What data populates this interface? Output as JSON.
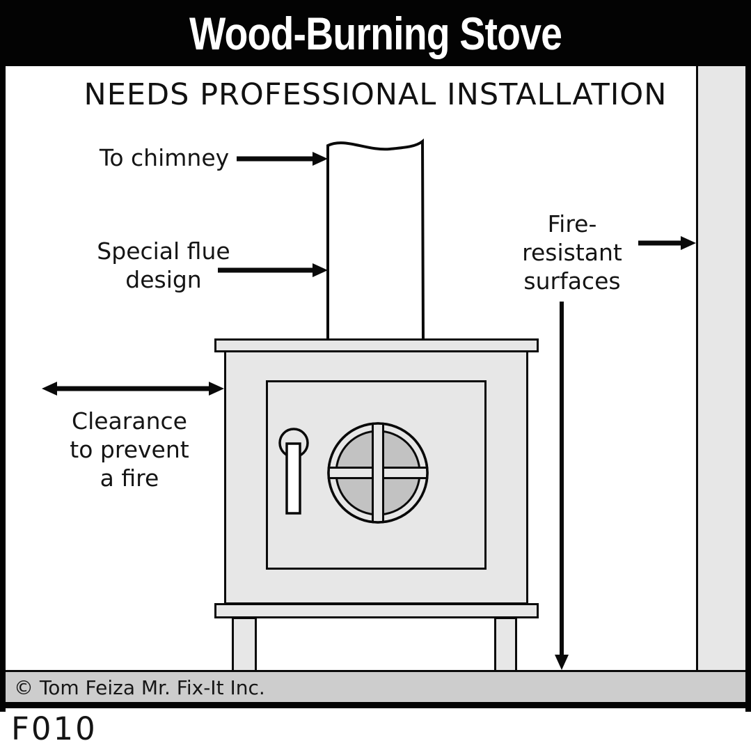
{
  "header": {
    "title": "Wood-Burning Stove"
  },
  "diagram": {
    "subtitle": "NEEDS PROFESSIONAL INSTALLATION",
    "labels": {
      "to_chimney": {
        "text": "To chimney"
      },
      "special_flue": {
        "line1": "Special flue",
        "line2": "design"
      },
      "fire_resistant": {
        "line1": "Fire-",
        "line2": "resistant",
        "line3": "surfaces"
      },
      "clearance": {
        "line1": "Clearance",
        "line2": "to prevent",
        "line3": "a fire"
      }
    },
    "colors": {
      "title_bg": "#030303",
      "title_text": "#ffffff",
      "outline": "#0a0a0a",
      "stove_body": "#e7e7e7",
      "wall_surface": "#e7e7e7",
      "floor_surface": "#cdcdcd",
      "window_glass": "#c2c2c2",
      "flue_pipe": "#ffffff",
      "handle_bar": "#ffffff"
    }
  },
  "footer": {
    "copyright": "© Tom Feiza Mr. Fix-It Inc.",
    "figure_code": "F010"
  }
}
